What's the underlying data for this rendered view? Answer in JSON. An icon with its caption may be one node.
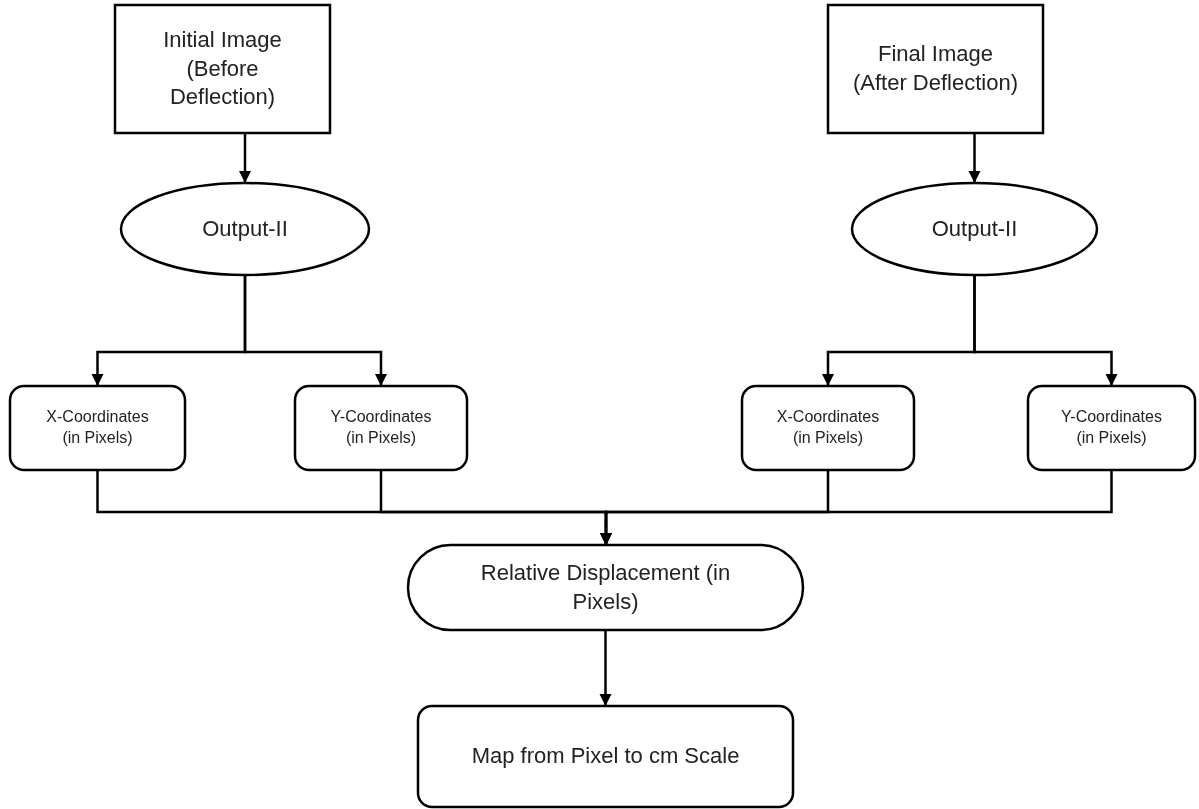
{
  "diagram": {
    "nodes": [
      {
        "text": [
          "Initial Image (Before Deflection)"
        ]
      },
      {
        "text": [
          "Final Image (After Deflection)"
        ]
      },
      {
        "text": [
          "Output-II"
        ]
      },
      {
        "text": [
          "Output-II"
        ]
      },
      {
        "text": [
          "X-Coordinates (in Pixels)"
        ]
      },
      {
        "text": [
          "Y-Coordinates (in Pixels)"
        ]
      },
      {
        "text": [
          "X-Coordinates (in Pixels)"
        ]
      },
      {
        "text": [
          "Y-Coordinates (in Pixels)"
        ]
      },
      {
        "text": [
          "Relative Displacement (in Pixels)"
        ]
      },
      {
        "text": [
          "Map from Pixel to cm Scale"
        ]
      }
    ],
    "edges": [
      {
        "from": 0,
        "to": 2,
        "arrow": "to"
      },
      {
        "from": 1,
        "to": 3,
        "arrow": "to"
      },
      {
        "from": 2,
        "to": 4,
        "arrow": "to"
      },
      {
        "from": 2,
        "to": 5,
        "arrow": "to"
      },
      {
        "from": 3,
        "to": 6,
        "arrow": "to"
      },
      {
        "from": 3,
        "to": 7,
        "arrow": "to"
      },
      {
        "from": 4,
        "to": 8,
        "arrow": "to"
      },
      {
        "from": 5,
        "to": 8,
        "arrow": "to"
      },
      {
        "from": 6,
        "to": 8,
        "arrow": "to"
      },
      {
        "from": 7,
        "to": 8,
        "arrow": "to"
      },
      {
        "from": 8,
        "to": 9,
        "arrow": "to"
      }
    ]
  }
}
